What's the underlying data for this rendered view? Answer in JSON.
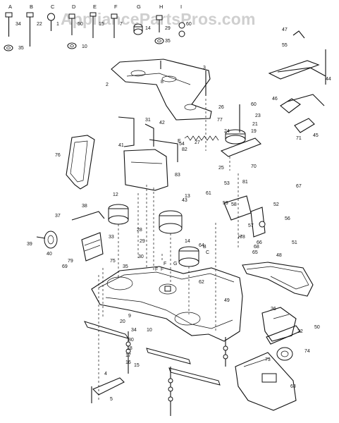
{
  "watermark": "AppliancePartsPros.com",
  "header_letters": [
    "A",
    "B",
    "C",
    "D",
    "E",
    "F",
    "G",
    "H",
    "I"
  ],
  "header_numbers": [
    "34",
    "22",
    "1",
    "50",
    "15",
    "7",
    "14",
    "29",
    "60",
    "35",
    "10",
    "35"
  ],
  "part_labels": [
    "2",
    "3",
    "4",
    "5",
    "8",
    "9",
    "10",
    "12",
    "13",
    "14",
    "15",
    "16",
    "17",
    "18",
    "19",
    "20",
    "21",
    "23",
    "24",
    "25",
    "26",
    "27",
    "28",
    "29",
    "30",
    "31",
    "32",
    "33",
    "34",
    "35",
    "36",
    "37",
    "38",
    "39",
    "40",
    "41",
    "42",
    "43",
    "44",
    "45",
    "46",
    "47",
    "48",
    "49",
    "50",
    "51",
    "52",
    "53",
    "54",
    "55",
    "56",
    "57",
    "58",
    "59",
    "60",
    "61",
    "62",
    "63",
    "64",
    "65",
    "66",
    "67",
    "68",
    "69",
    "70",
    "71",
    "73",
    "74",
    "75",
    "76",
    "77",
    "78",
    "79",
    "80",
    "81",
    "82",
    "83"
  ],
  "inline_letters": [
    "E",
    "F",
    "G",
    "H",
    "F",
    "F",
    "B",
    "C"
  ]
}
